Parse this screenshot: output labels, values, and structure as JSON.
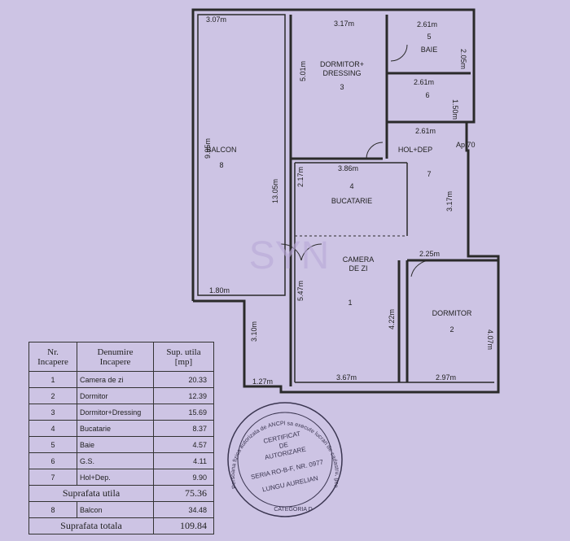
{
  "plan": {
    "rooms": [
      {
        "num": "1",
        "name": "CAMERA\nDE ZI"
      },
      {
        "num": "2",
        "name": "DORMITOR"
      },
      {
        "num": "3",
        "name": "DORMITOR+\nDRESSING"
      },
      {
        "num": "4",
        "name": "BUCATARIE"
      },
      {
        "num": "5",
        "name": "BAIE"
      },
      {
        "num": "6",
        "name": ""
      },
      {
        "num": "7",
        "name": "HOL+DEP"
      },
      {
        "num": "8",
        "name": "BALCON"
      }
    ],
    "dims": [
      "3.07m",
      "3.17m",
      "2.61m",
      "2.05m",
      "2.61m",
      "1.50m",
      "2.61m",
      "5.01m",
      "9.95m",
      "13.05m",
      "2.17m",
      "3.86m",
      "3.17m",
      "2.25m",
      "1.80m",
      "5.47m",
      "4.22m",
      "4.07m",
      "3.10m",
      "1.27m",
      "3.67m",
      "2.97m"
    ],
    "apartment": "Ap.70",
    "watermark": "SYN"
  },
  "table": {
    "headers": [
      "Nr.\nIncapere",
      "Denumire\nIncapere",
      "Sup. utila\n[mp]"
    ],
    "rows": [
      [
        "1",
        "Camera de zi",
        "20.33"
      ],
      [
        "2",
        "Dormitor",
        "12.39"
      ],
      [
        "3",
        "Dormitor+Dressing",
        "15.69"
      ],
      [
        "4",
        "Bucatarie",
        "8.37"
      ],
      [
        "5",
        "Baie",
        "4.57"
      ],
      [
        "6",
        "G.S.",
        "4.11"
      ],
      [
        "7",
        "Hol+Dep.",
        "9.90"
      ]
    ],
    "util_label": "Suprafata utila",
    "util_value": "75.36",
    "balcony": [
      "8",
      "Balcon",
      "34.48"
    ],
    "total_label": "Suprafata totala",
    "total_value": "109.84"
  },
  "stamp": {
    "ring": "Persoana fizica autorizata de ANCPI sa execute lucrari de cadastru, geodezie si cartografie",
    "category": "CATEGORIA D",
    "line1": "CERTIFICAT",
    "line2": "DE",
    "line3": "AUTORIZARE",
    "series": "SERIA RO-B-F, NR. 0977",
    "name": "LUNGU AURELIAN"
  }
}
